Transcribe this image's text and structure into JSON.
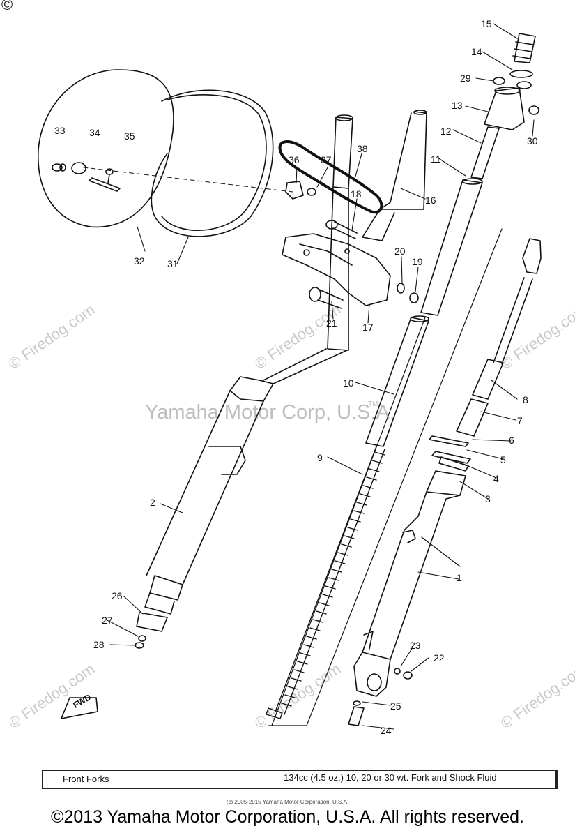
{
  "diagram": {
    "center_watermark": "Yamaha Motor Corp, U.S.A.",
    "tm_mark": "TM",
    "watermarks": [
      "© Firedog.com",
      "© Firedog.com",
      "© Firedog.com",
      "© Firedog.com",
      "© Firedog.com",
      "© Firedog.com"
    ],
    "corner_mark": "©",
    "fwd_label": "FWD",
    "callouts": [
      "1",
      "2",
      "3",
      "4",
      "5",
      "6",
      "7",
      "8",
      "9",
      "10",
      "11",
      "12",
      "13",
      "14",
      "15",
      "16",
      "17",
      "18",
      "19",
      "20",
      "21",
      "22",
      "23",
      "24",
      "25",
      "26",
      "27",
      "28",
      "29",
      "30",
      "31",
      "32",
      "33",
      "34",
      "35",
      "36",
      "37",
      "38"
    ]
  },
  "table": {
    "part_name": "Front Forks",
    "fluid": "134cc (4.5 oz.) 10, 20 or 30 wt. Fork and Shock Fluid"
  },
  "footer": {
    "small_copyright": "(c) 2005-2015 Yamaha Motor Corporation, U.S.A.",
    "main_copyright": "©2013 Yamaha Motor Corporation, U.S.A. All rights reserved."
  }
}
